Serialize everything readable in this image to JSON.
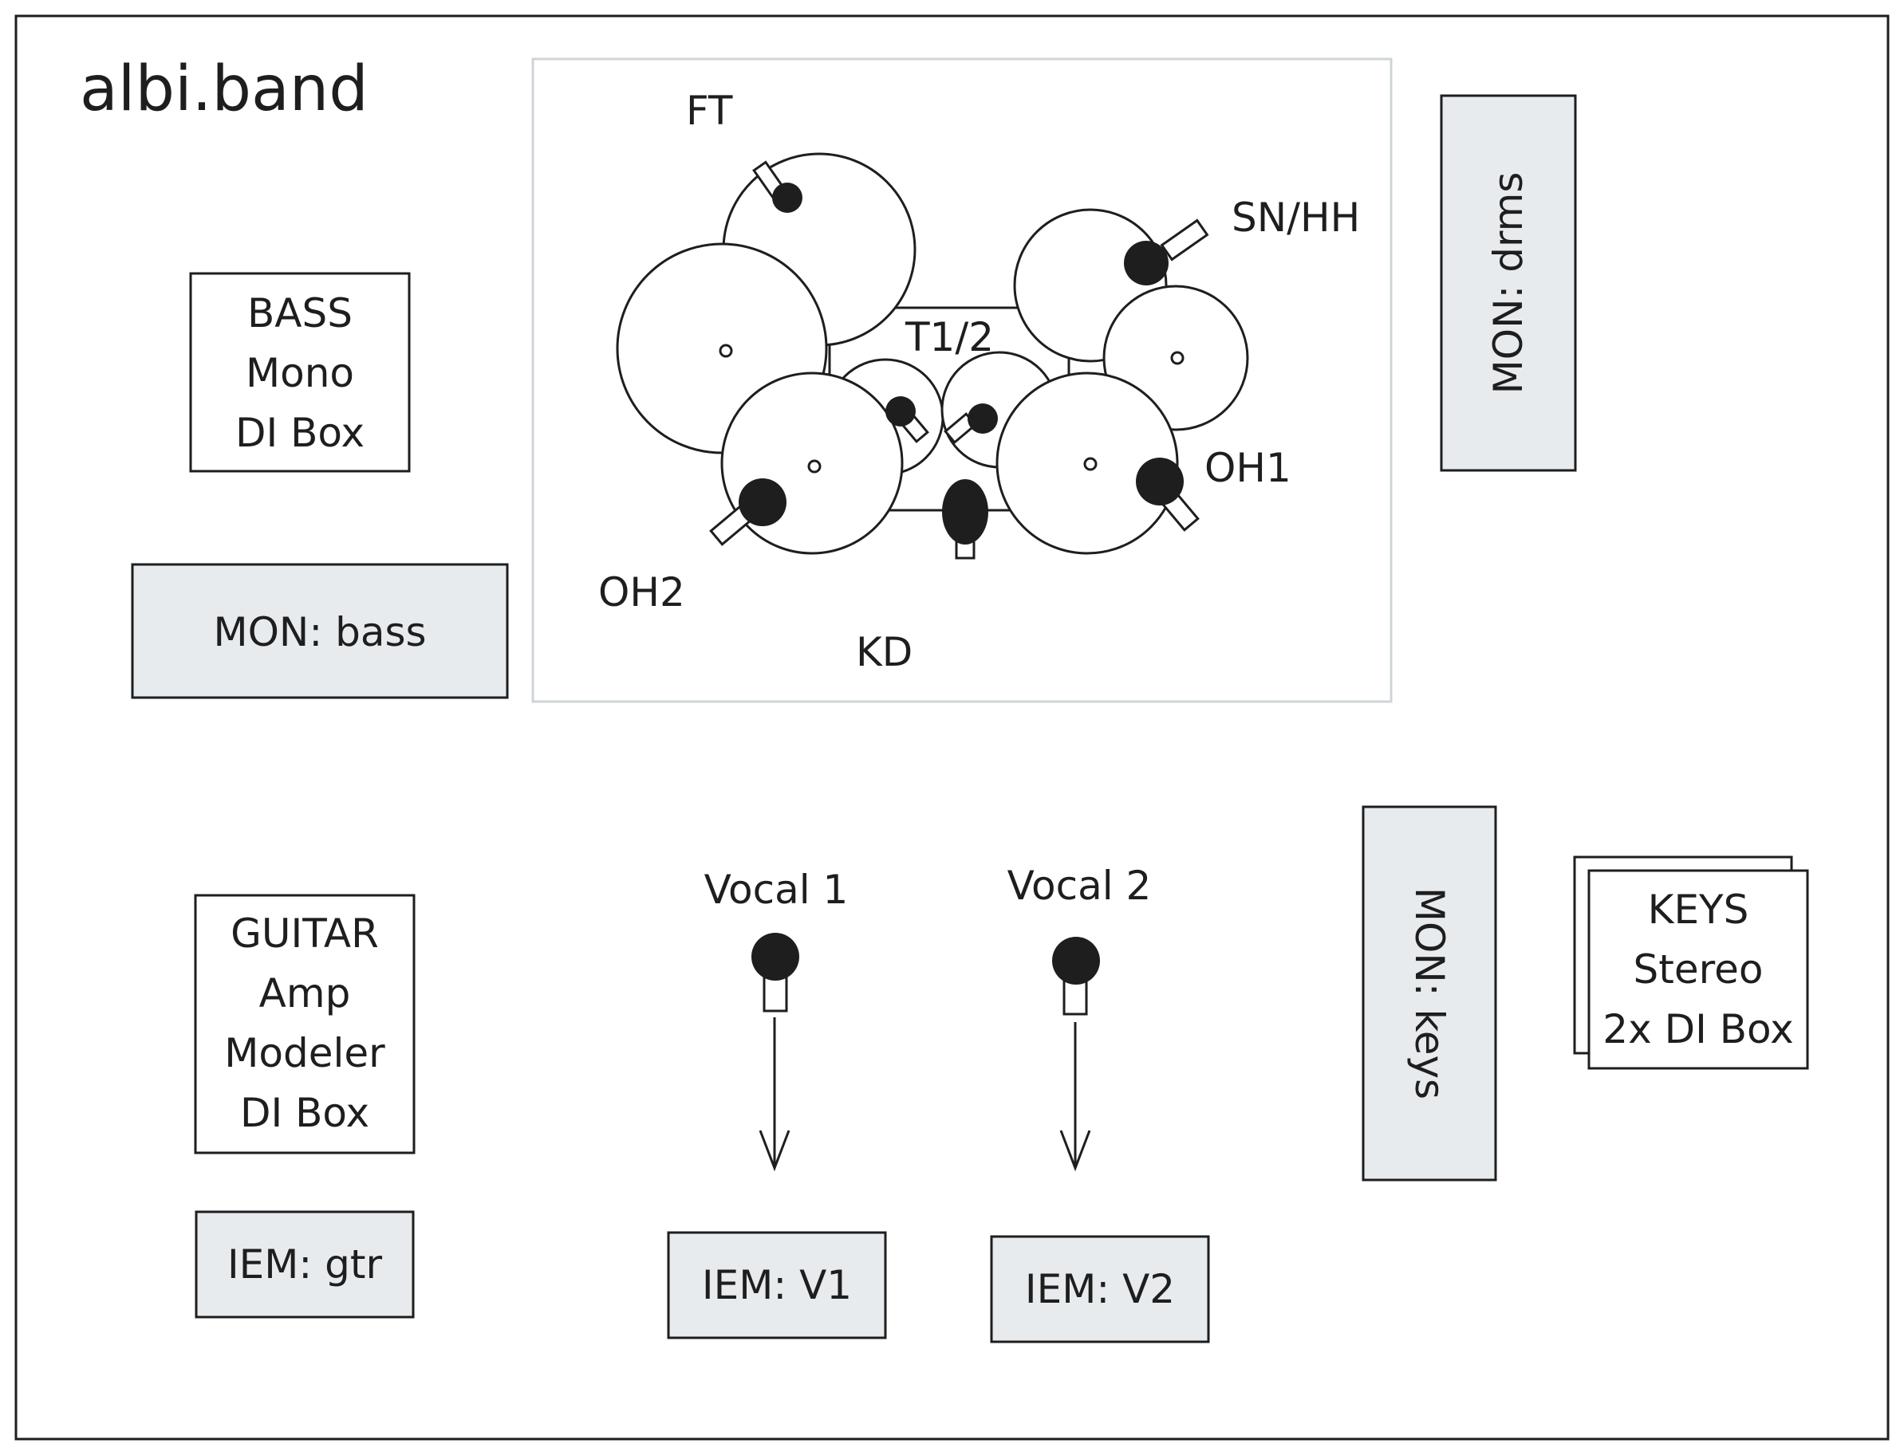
{
  "title": "albi.band",
  "drums": {
    "labels": {
      "ft": "FT",
      "sn_hh": "SN/HH",
      "t12": "T1/2",
      "oh1": "OH1",
      "oh2": "OH2",
      "kd": "KD"
    }
  },
  "bass_box": {
    "lines": [
      "BASS",
      "Mono",
      "DI Box"
    ]
  },
  "guitar_box": {
    "lines": [
      "GUITAR",
      "Amp",
      "Modeler",
      "DI Box"
    ]
  },
  "keys_box": {
    "lines": [
      "KEYS",
      "Stereo",
      "2x DI Box"
    ]
  },
  "monitors": {
    "bass": "MON: bass",
    "drums": "MON: drms",
    "keys": "MON: keys"
  },
  "iem": {
    "gtr": "IEM: gtr",
    "v1": "IEM: V1",
    "v2": "IEM: V2"
  },
  "vocals": {
    "v1": "Vocal 1",
    "v2": "Vocal 2"
  },
  "colors": {
    "stroke": "#1e1e1e",
    "monitor_fill": "#e8ebee",
    "drum_area_border": "#cfd4d8"
  }
}
